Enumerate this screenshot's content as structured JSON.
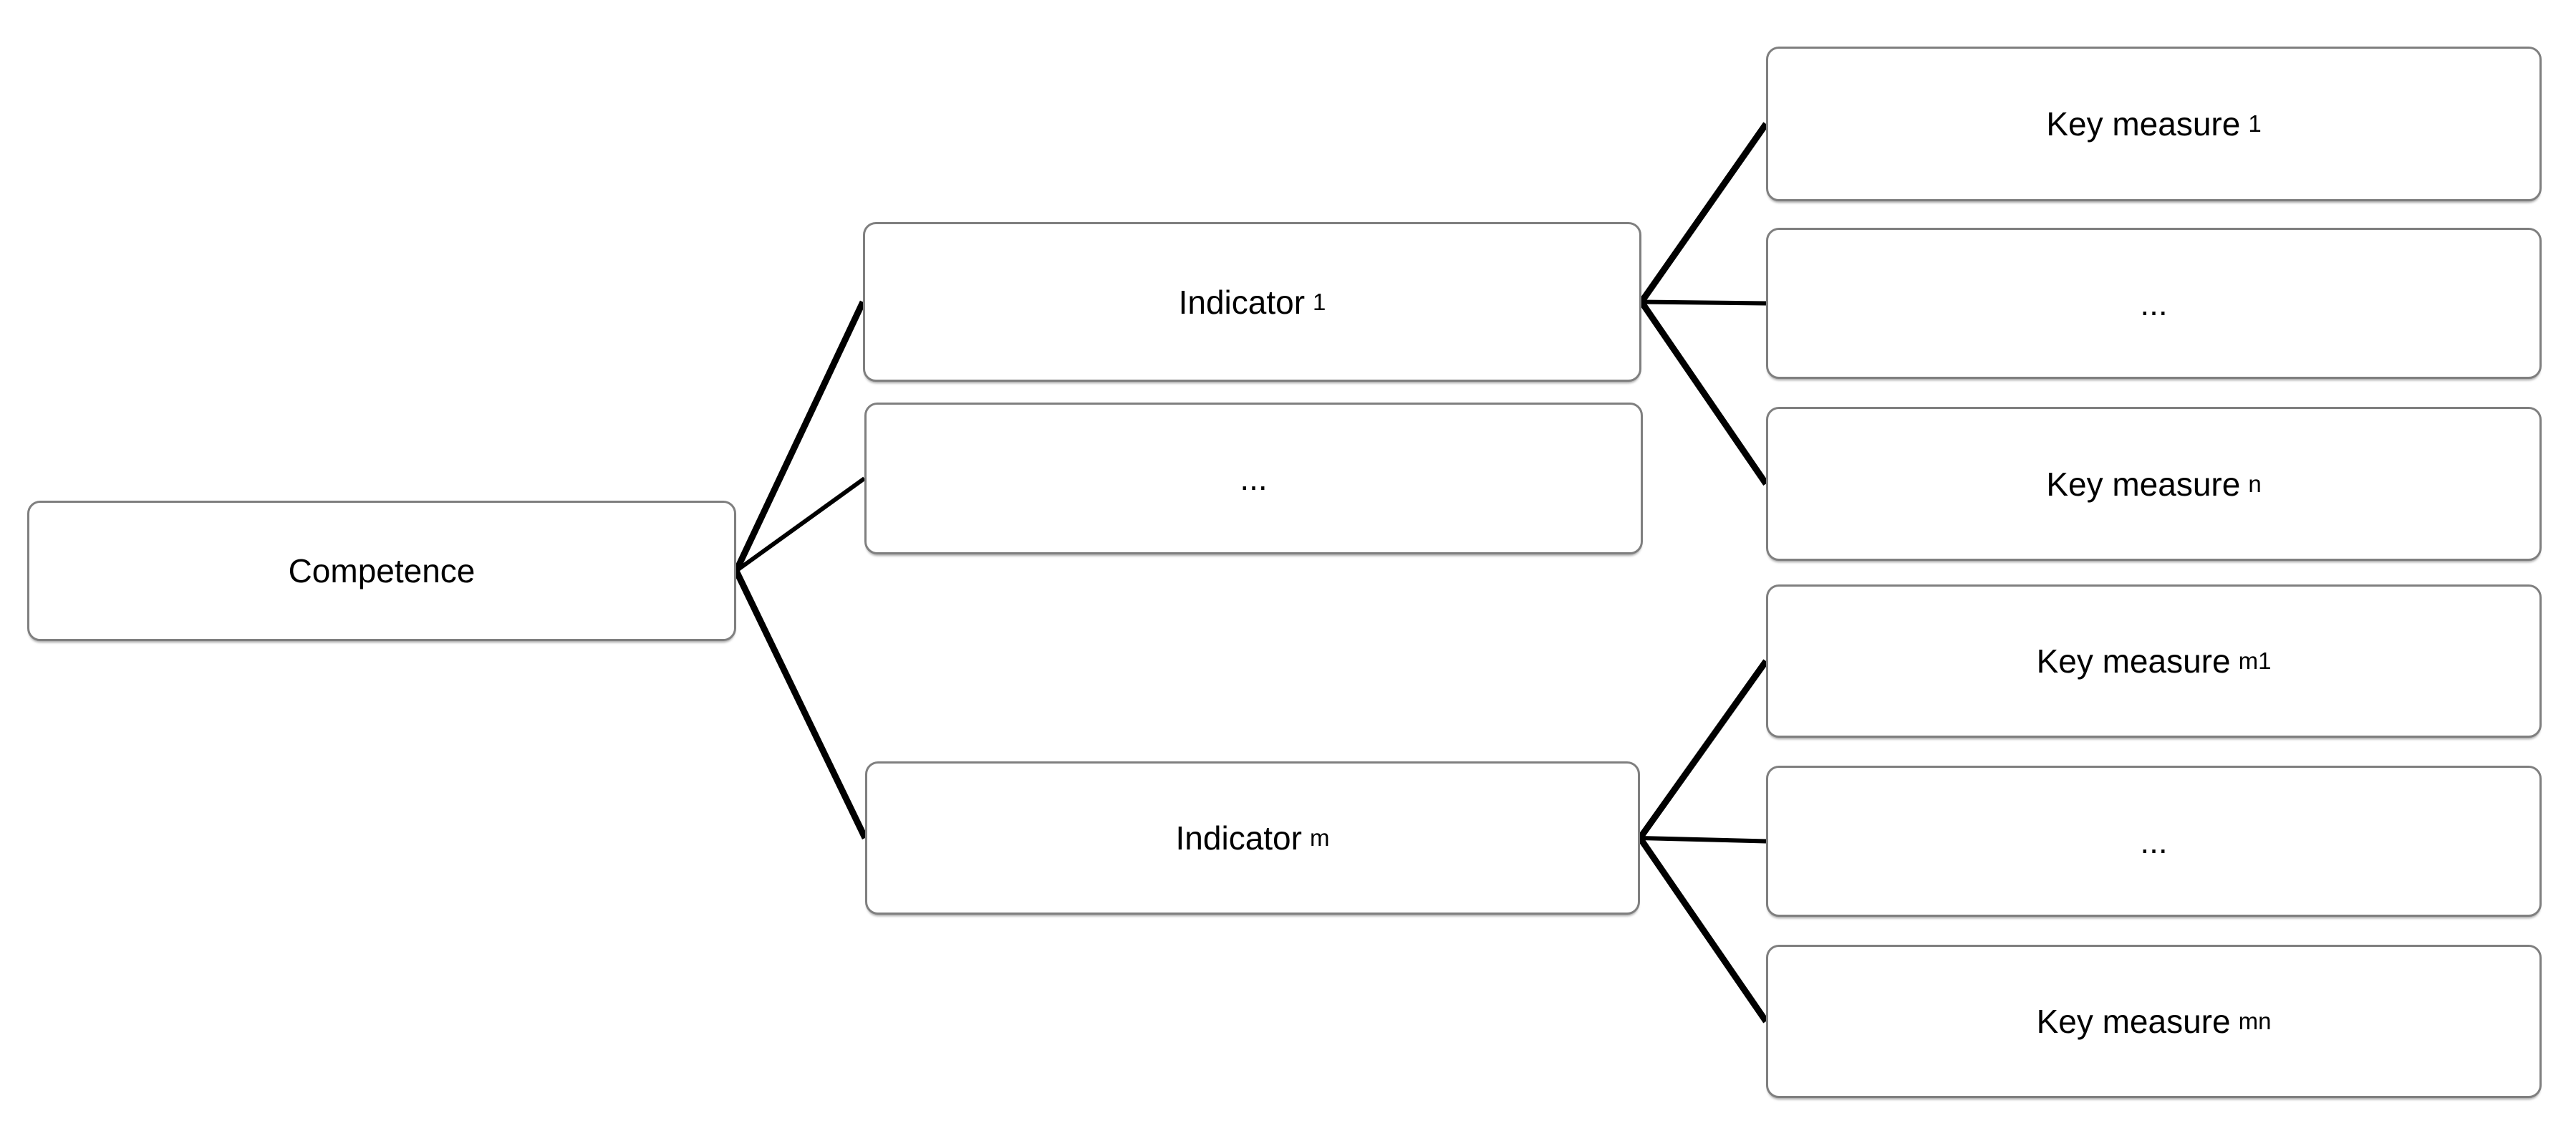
{
  "diagram": {
    "colors": {
      "background": "#ffffff",
      "line": "#000000",
      "box_border": "#7f7f7f",
      "box_fill": "#ffffff",
      "text": "#000000"
    },
    "nodes": {
      "competence": {
        "label": "Competence"
      },
      "indicator_1": {
        "label": "Indicator",
        "sub": "1"
      },
      "indicator_dots": {
        "label": "..."
      },
      "indicator_m": {
        "label": "Indicator",
        "sub": "m"
      },
      "key_measure_1": {
        "label": "Key measure",
        "sub": "1"
      },
      "key_measure_dots_top": {
        "label": "..."
      },
      "key_measure_n": {
        "label": "Key measure",
        "sub": "n"
      },
      "key_measure_m1": {
        "label": "Key measure",
        "sub": "m1"
      },
      "key_measure_dots_bottom": {
        "label": "..."
      },
      "key_measure_mn": {
        "label": "Key measure",
        "sub": "mn"
      }
    },
    "edges": [
      {
        "from": "competence",
        "to": "indicator_1",
        "weight": "thick"
      },
      {
        "from": "competence",
        "to": "indicator_dots",
        "weight": "thin"
      },
      {
        "from": "competence",
        "to": "indicator_m",
        "weight": "thick"
      },
      {
        "from": "indicator_1",
        "to": "key_measure_1",
        "weight": "thick"
      },
      {
        "from": "indicator_1",
        "to": "key_measure_dots_top",
        "weight": "thin"
      },
      {
        "from": "indicator_1",
        "to": "key_measure_n",
        "weight": "thick"
      },
      {
        "from": "indicator_m",
        "to": "key_measure_m1",
        "weight": "thick"
      },
      {
        "from": "indicator_m",
        "to": "key_measure_dots_bottom",
        "weight": "thin"
      },
      {
        "from": "indicator_m",
        "to": "key_measure_mn",
        "weight": "thick"
      }
    ]
  }
}
